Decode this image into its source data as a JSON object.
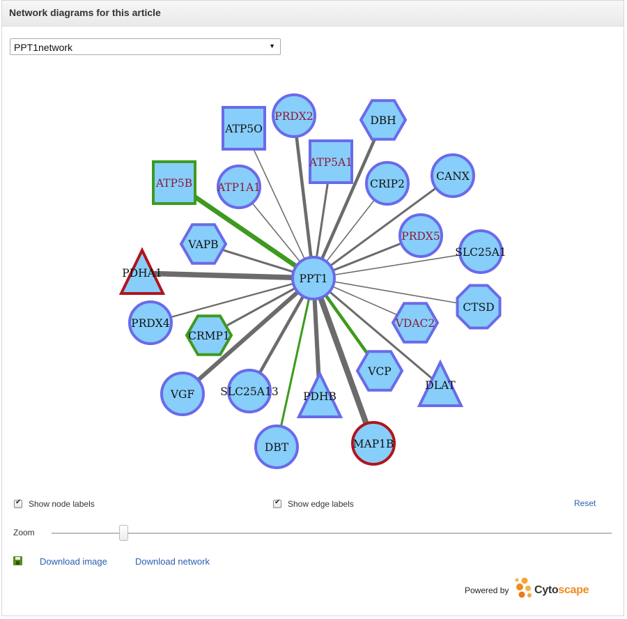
{
  "panel": {
    "title": "Network diagrams for this article"
  },
  "network_select": {
    "selected": "PPT1network",
    "arrow": "▼"
  },
  "network": {
    "center": "PPT1",
    "nodes": [
      {
        "id": "PPT1",
        "shape": "circle",
        "border": "blue",
        "label_color": "#111111"
      },
      {
        "id": "ATP5O",
        "shape": "square",
        "border": "blue",
        "label_color": "#111111"
      },
      {
        "id": "PRDX2",
        "shape": "circle",
        "border": "blue",
        "label_color": "#8b1a3a"
      },
      {
        "id": "DBH",
        "shape": "hexagon",
        "border": "blue",
        "label_color": "#111111"
      },
      {
        "id": "ATP5A1",
        "shape": "square",
        "border": "blue",
        "label_color": "#8b1a3a"
      },
      {
        "id": "ATP5B",
        "shape": "square",
        "border": "green",
        "label_color": "#8b1a3a"
      },
      {
        "id": "ATP1A1",
        "shape": "circle",
        "border": "blue",
        "label_color": "#8b1a3a"
      },
      {
        "id": "CRIP2",
        "shape": "circle",
        "border": "blue",
        "label_color": "#111111"
      },
      {
        "id": "CANX",
        "shape": "circle",
        "border": "blue",
        "label_color": "#111111"
      },
      {
        "id": "VAPB",
        "shape": "hexagon",
        "border": "blue",
        "label_color": "#111111"
      },
      {
        "id": "PRDX5",
        "shape": "circle",
        "border": "blue",
        "label_color": "#8b1a3a"
      },
      {
        "id": "SLC25A1",
        "shape": "circle",
        "border": "blue",
        "label_color": "#111111"
      },
      {
        "id": "PDHA1",
        "shape": "triangle",
        "border": "red",
        "label_color": "#111111"
      },
      {
        "id": "CTSD",
        "shape": "octagon",
        "border": "blue",
        "label_color": "#111111"
      },
      {
        "id": "PRDX4",
        "shape": "circle",
        "border": "blue",
        "label_color": "#111111"
      },
      {
        "id": "VDAC2",
        "shape": "hexagon",
        "border": "blue",
        "label_color": "#8b1a3a"
      },
      {
        "id": "CRMP1",
        "shape": "hexagon",
        "border": "green",
        "label_color": "#111111"
      },
      {
        "id": "VCP",
        "shape": "hexagon",
        "border": "blue",
        "label_color": "#111111"
      },
      {
        "id": "DLAT",
        "shape": "triangle",
        "border": "blue",
        "label_color": "#111111"
      },
      {
        "id": "VGF",
        "shape": "circle",
        "border": "blue",
        "label_color": "#111111"
      },
      {
        "id": "SLC25A13",
        "shape": "circle",
        "border": "blue",
        "label_color": "#111111"
      },
      {
        "id": "PDHB",
        "shape": "triangle",
        "border": "blue",
        "label_color": "#111111"
      },
      {
        "id": "DBT",
        "shape": "circle",
        "border": "blue",
        "label_color": "#111111"
      },
      {
        "id": "MAP1B",
        "shape": "circle",
        "border": "red",
        "label_color": "#111111"
      }
    ],
    "edges": [
      {
        "target": "ATP5O",
        "color": "gray",
        "weight": 1
      },
      {
        "target": "PRDX2",
        "color": "gray",
        "weight": 5
      },
      {
        "target": "DBH",
        "color": "gray",
        "weight": 5
      },
      {
        "target": "ATP5A1",
        "color": "gray",
        "weight": 3
      },
      {
        "target": "ATP5B",
        "color": "green",
        "weight": 8
      },
      {
        "target": "ATP1A1",
        "color": "gray",
        "weight": 1
      },
      {
        "target": "CRIP2",
        "color": "gray",
        "weight": 1
      },
      {
        "target": "CANX",
        "color": "gray",
        "weight": 3
      },
      {
        "target": "VAPB",
        "color": "gray",
        "weight": 3
      },
      {
        "target": "PRDX5",
        "color": "gray",
        "weight": 3
      },
      {
        "target": "SLC25A1",
        "color": "gray",
        "weight": 1
      },
      {
        "target": "PDHA1",
        "color": "gray",
        "weight": 9
      },
      {
        "target": "CTSD",
        "color": "gray",
        "weight": 1
      },
      {
        "target": "PRDX4",
        "color": "gray",
        "weight": 2
      },
      {
        "target": "VDAC2",
        "color": "gray",
        "weight": 1
      },
      {
        "target": "CRMP1",
        "color": "gray",
        "weight": 3
      },
      {
        "target": "VCP",
        "color": "green",
        "weight": 5
      },
      {
        "target": "DLAT",
        "color": "gray",
        "weight": 3
      },
      {
        "target": "VGF",
        "color": "gray",
        "weight": 7
      },
      {
        "target": "SLC25A13",
        "color": "gray",
        "weight": 5
      },
      {
        "target": "PDHB",
        "color": "gray",
        "weight": 7
      },
      {
        "target": "DBT",
        "color": "green",
        "weight": 3
      },
      {
        "target": "MAP1B",
        "color": "gray",
        "weight": 10
      }
    ],
    "colors": {
      "node_fill": "#87cefa",
      "border_blue": "#6a6aea",
      "border_green": "#3d9a1f",
      "border_red": "#b0141e",
      "edge_gray": "#6b6b6b",
      "edge_green": "#3d9a1f"
    }
  },
  "controls": {
    "show_node_labels": "Show node labels",
    "show_edge_labels": "Show edge labels",
    "reset": "Reset",
    "zoom_label": "Zoom",
    "zoom_level": 0.13
  },
  "downloads": {
    "download_image": "Download image",
    "download_network": "Download network"
  },
  "footer": {
    "powered_by": "Powered by",
    "brand_part1": "Cyto",
    "brand_part2": "scape"
  }
}
